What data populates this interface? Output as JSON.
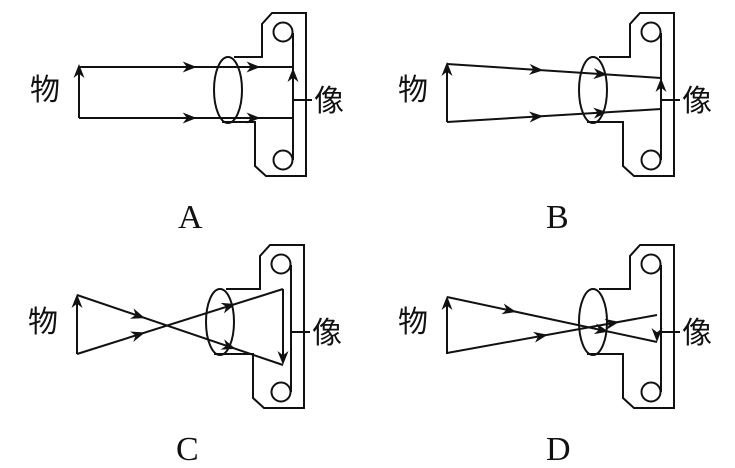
{
  "figure": {
    "description": "Four ray diagrams of a camera forming an image of an object through a convex lens",
    "labels": {
      "object": "物",
      "image": "像"
    },
    "panels": [
      {
        "id": "A",
        "option_label": "A",
        "rays": "parallel rays pass straight through lens to film",
        "image_orientation": "upright"
      },
      {
        "id": "B",
        "option_label": "B",
        "rays": "converging rays pass through lens to film without crossing",
        "image_orientation": "upright"
      },
      {
        "id": "C",
        "option_label": "C",
        "rays": "rays cross before the lens and diverge to film",
        "image_orientation": "inverted"
      },
      {
        "id": "D",
        "option_label": "D",
        "rays": "rays cross at the lens and reach film",
        "image_orientation": "inverted"
      }
    ]
  }
}
